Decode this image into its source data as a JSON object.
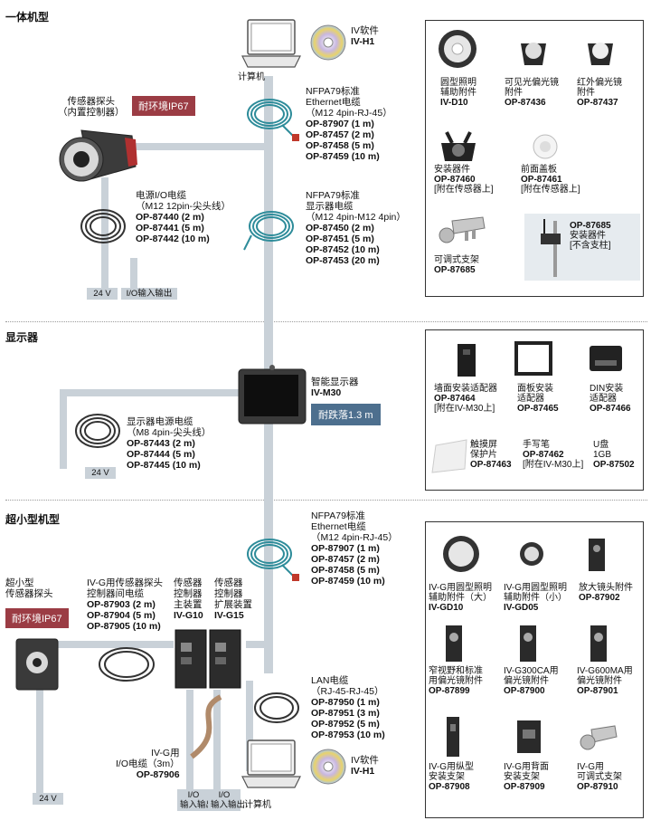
{
  "sections": {
    "integrated": "一体机型",
    "display": "显示器",
    "compact": "超小型机型"
  },
  "integrated": {
    "sensor_head": [
      "传感器探头",
      "（内置控制器）"
    ],
    "ip67_badge": "耐环境IP67",
    "pc_label": "计算机",
    "software": [
      "IV软件",
      "IV-H1"
    ],
    "eth_cable": {
      "lines": [
        "NFPA79标准",
        "Ethernet电缆",
        "（M12 4pin-RJ-45）"
      ],
      "parts": [
        "OP-87907 (1 m)",
        "OP-87457 (2 m)",
        "OP-87458 (5 m)",
        "OP-87459 (10 m)"
      ]
    },
    "disp_cable": {
      "lines": [
        "NFPA79标准",
        "显示器电缆",
        "（M12 4pin-M12 4pin）"
      ],
      "parts": [
        "OP-87450 (2 m)",
        "OP-87451 (5 m)",
        "OP-87452 (10 m)",
        "OP-87453 (20 m)"
      ]
    },
    "power_cable": {
      "lines": [
        "电源I/O电缆",
        "（M12 12pin-尖头线）"
      ],
      "parts": [
        "OP-87440 (2 m)",
        "OP-87441 (5 m)",
        "OP-87442 (10 m)"
      ]
    },
    "tag_24v": "24 V",
    "tag_io": "I/O输入输出",
    "accessories": [
      {
        "lines": [
          "圆型照明",
          "辅助附件"
        ],
        "code": "IV-D10",
        "icon": "ring-light-icon"
      },
      {
        "lines": [
          "可见光偏光镜",
          "附件"
        ],
        "code": "OP-87436",
        "icon": "polarizer-icon"
      },
      {
        "lines": [
          "红外偏光镜",
          "附件"
        ],
        "code": "OP-87437",
        "icon": "ir-polarizer-icon"
      },
      {
        "lines": [
          "安装器件"
        ],
        "code": "OP-87460",
        "note": "[附在传感器上]",
        "icon": "mount-icon"
      },
      {
        "lines": [
          "前面盖板"
        ],
        "code": "OP-87461",
        "note": "[附在传感器上]",
        "icon": "front-cover-icon"
      },
      {
        "lines": [
          "可调式支架"
        ],
        "code": "OP-87685",
        "icon": "adjustable-bracket-icon"
      },
      {
        "lines": [
          "安装器件",
          "[不含支柱]"
        ],
        "code": "OP-87685",
        "icon": "pole-mount-icon"
      }
    ]
  },
  "display": {
    "monitor": [
      "智能显示器",
      "IV-M30"
    ],
    "drop_badge": "耐跌落1.3 m",
    "power_cable": {
      "lines": [
        "显示器电源电缆",
        "（M8 4pin-尖头线）"
      ],
      "parts": [
        "OP-87443 (2 m)",
        "OP-87444 (5 m)",
        "OP-87445 (10 m)"
      ]
    },
    "tag_24v": "24 V",
    "accessories": [
      {
        "lines": [
          "墙面安装适配器"
        ],
        "code": "OP-87464",
        "note": "[附在IV-M30上]",
        "icon": "wall-adapter-icon"
      },
      {
        "lines": [
          "面板安装",
          "适配器"
        ],
        "code": "OP-87465",
        "icon": "panel-adapter-icon"
      },
      {
        "lines": [
          "DIN安装",
          "适配器"
        ],
        "code": "OP-87466",
        "icon": "din-adapter-icon"
      },
      {
        "lines": [
          "触摸屏",
          "保护片"
        ],
        "code": "OP-87463",
        "icon": "screen-protector-icon"
      },
      {
        "lines": [
          "手写笔"
        ],
        "code": "OP-87462",
        "note": "[附在IV-M30上]",
        "icon": "stylus-icon"
      },
      {
        "lines": [
          "U盘",
          "1GB"
        ],
        "code": "OP-87502",
        "icon": "usb-icon"
      }
    ]
  },
  "compact": {
    "sensor_head": [
      "超小型",
      "传感器探头"
    ],
    "ip67_badge": "耐环境IP67",
    "head_cable": {
      "lines": [
        "IV-G用传感器探头",
        "控制器间电缆"
      ],
      "parts": [
        "OP-87903 (2 m)",
        "OP-87904 (5 m)",
        "OP-87905 (10 m)"
      ]
    },
    "main_unit": [
      "传感器",
      "控制器",
      "主装置",
      "IV-G10"
    ],
    "expansion": [
      "传感器",
      "控制器",
      "扩展装置",
      "IV-G15"
    ],
    "eth_cable": {
      "lines": [
        "NFPA79标准",
        "Ethernet电缆",
        "（M12 4pin-RJ-45）"
      ],
      "parts": [
        "OP-87907 (1 m)",
        "OP-87457 (2 m)",
        "OP-87458 (5 m)",
        "OP-87459 (10 m)"
      ]
    },
    "lan_cable": {
      "lines": [
        "LAN电缆",
        "（RJ-45-RJ-45）"
      ],
      "parts": [
        "OP-87950 (1 m)",
        "OP-87951 (3 m)",
        "OP-87952 (5 m)",
        "OP-87953 (10 m)"
      ]
    },
    "io_cable": {
      "lines": [
        "IV-G用",
        "I/O电缆（3m）"
      ],
      "parts": [
        "OP-87906"
      ]
    },
    "software": [
      "IV软件",
      "IV-H1"
    ],
    "pc_label": "计算机",
    "tag_24v": "24 V",
    "tag_io": [
      "I/O",
      "输入输出"
    ],
    "accessories": [
      {
        "lines": [
          "IV-G用圆型照明",
          "辅助附件（大）"
        ],
        "code": "IV-GD10",
        "icon": "ring-light-large-icon"
      },
      {
        "lines": [
          "IV-G用圆型照明",
          "辅助附件（小）"
        ],
        "code": "IV-GD05",
        "icon": "ring-light-small-icon"
      },
      {
        "lines": [
          "放大镜头附件"
        ],
        "code": "OP-87902",
        "icon": "magnify-lens-icon"
      },
      {
        "lines": [
          "窄视野和标准",
          "用偏光镜附件"
        ],
        "code": "OP-87899",
        "icon": "narrow-polarizer-icon"
      },
      {
        "lines": [
          "IV-G300CA用",
          "偏光镜附件"
        ],
        "code": "OP-87900",
        "icon": "g300-polarizer-icon"
      },
      {
        "lines": [
          "IV-G600MA用",
          "偏光镜附件"
        ],
        "code": "OP-87901",
        "icon": "g600-polarizer-icon"
      },
      {
        "lines": [
          "IV-G用纵型",
          "安装支架"
        ],
        "code": "OP-87908",
        "icon": "vertical-bracket-icon"
      },
      {
        "lines": [
          "IV-G用背面",
          "安装支架"
        ],
        "code": "OP-87909",
        "icon": "rear-bracket-icon"
      },
      {
        "lines": [
          "IV-G用",
          "可调式支架"
        ],
        "code": "OP-87910",
        "icon": "adjustable-bracket-g-icon"
      }
    ]
  },
  "colors": {
    "pipe": "#c9d1d8",
    "badge_red": "#9b3c44",
    "badge_blue": "#4d6f8e",
    "cable": "#2e8c9a"
  }
}
